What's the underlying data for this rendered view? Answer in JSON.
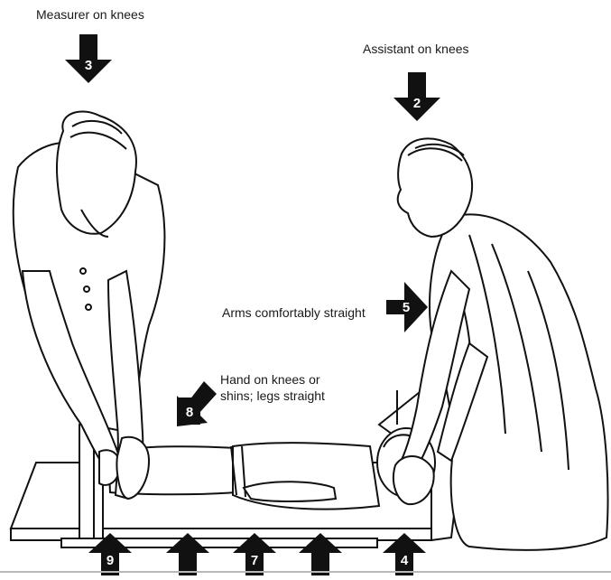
{
  "labels": {
    "measurer": "Measurer on knees",
    "assistant": "Assistant on knees",
    "arms": "Arms comfortably straight",
    "hand_line1": "Hand on knees or",
    "hand_line2": "shins; legs straight"
  },
  "arrow_numbers": {
    "a3": "3",
    "a2": "2",
    "a5": "5",
    "a8": "8",
    "a9": "9",
    "a7": "7",
    "a4": "4"
  },
  "colors": {
    "ink": "#111111",
    "paper": "#ffffff",
    "rule": "#b9b9b9"
  }
}
